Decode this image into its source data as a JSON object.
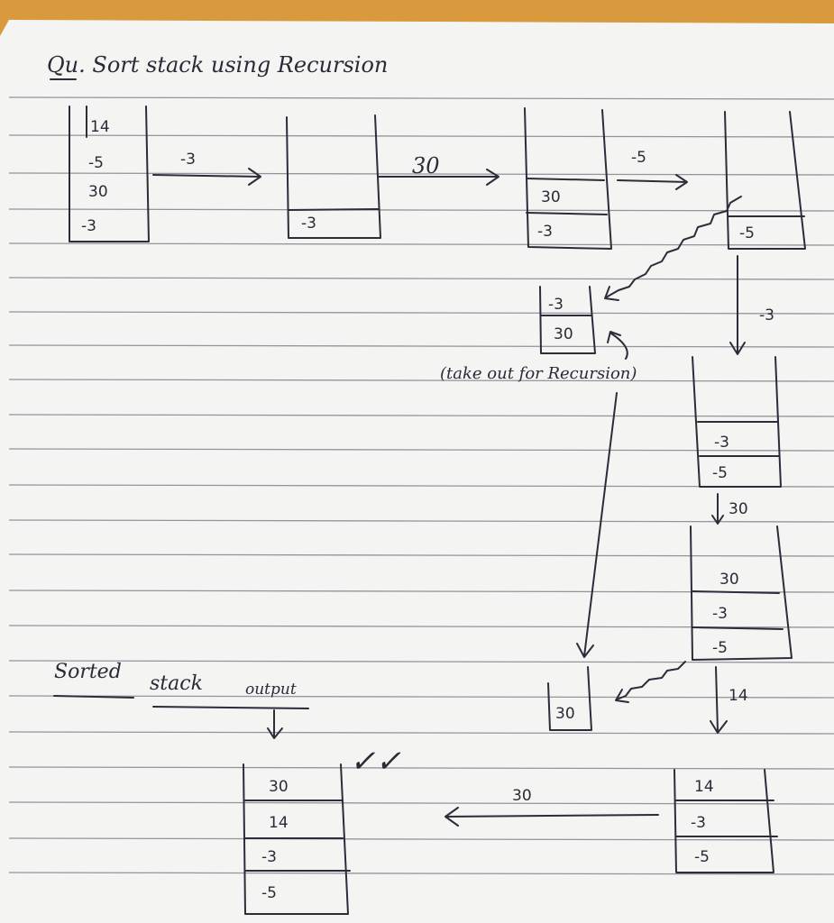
{
  "title": "Qu. Sort stack using Recursion",
  "stacks": {
    "initial": [
      "14",
      "-5",
      "30",
      "-3"
    ],
    "s1": [
      "-3"
    ],
    "s2": [
      "30",
      "-3"
    ],
    "s3": [
      "-5"
    ],
    "taken_out": [
      "-3",
      "30"
    ],
    "s4": [
      "-3",
      "-5"
    ],
    "s5": [
      "30",
      "-3",
      "-5"
    ],
    "held": [
      "30"
    ],
    "s6": [
      "14",
      "-3",
      "-5"
    ],
    "output": [
      "30",
      "14",
      "-3",
      "-5"
    ]
  },
  "arrow_labels": {
    "a1": "-3",
    "a2": "30",
    "a3": "-5",
    "down1": "-3",
    "down2": "30",
    "down3": "14",
    "back": "30"
  },
  "note": "(take out for Recursion)",
  "output_label": {
    "sorted": "Sorted",
    "stack": "stack",
    "output": "output"
  },
  "checkmark": "✓✓",
  "colors": {
    "paper": "#f4f4f2",
    "ink": "#2c2c3a",
    "rule": "#6f7580",
    "background": "#d89a3c"
  }
}
